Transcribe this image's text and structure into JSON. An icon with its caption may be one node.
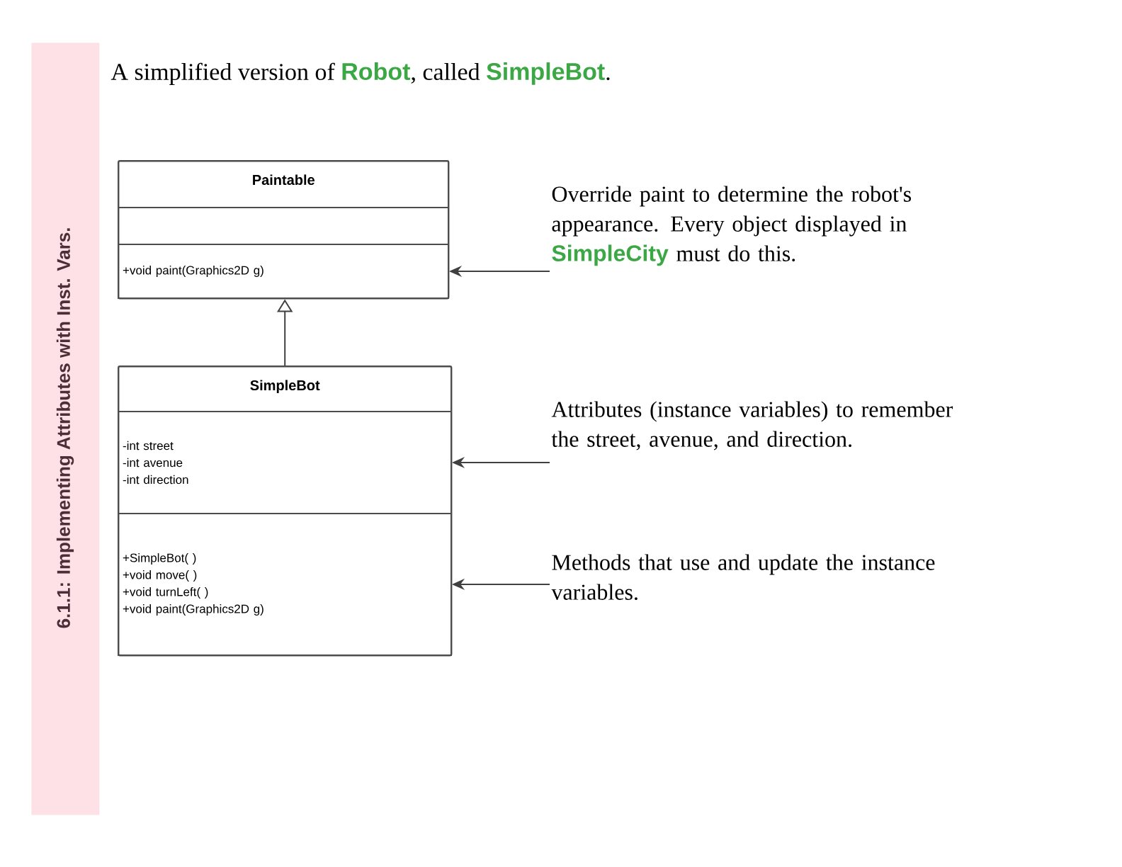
{
  "diagram": {
    "title": "6.1.1: Implementing Attributes with Inst. Vars.",
    "nodes": [
      {
        "text": [
          "Paintable"
        ]
      },
      {
        "text": [],
        "shape": "box",
        "in": 0
      },
      {
        "text": [
          "+void paint(Graphics2D g)"
        ],
        "in": 0
      },
      {
        "text": [
          "SimpleBot"
        ]
      },
      {
        "text": [
          "-int street",
          "-int avenue",
          "-int direction"
        ],
        "in": 3
      },
      {
        "text": [
          "+SimpleBot( )",
          "+void move( )",
          "+void turnLeft( )",
          "+void paint(Graphics2D g)"
        ],
        "in": 3
      },
      {
        "text": [
          "Override paint to determine the robot's appearance.  Every object displayed in **SimpleCity** must do this."
        ]
      },
      {
        "text": [
          "Attributes (instance variables) to remember the street, avenue, and direction."
        ]
      },
      {
        "text": [
          "Methods that use and update the instance variables."
        ]
      }
    ],
    "edges": [
      {
        "from": 3,
        "to": 0,
        "arrow": "to"
      },
      {
        "from": 6,
        "to": 2,
        "arrow": "to"
      },
      {
        "from": 7,
        "to": 4,
        "arrow": "to"
      },
      {
        "from": 8,
        "to": 5,
        "arrow": "to"
      }
    ],
    "labels": [
      "A simplified version of **Robot**, called **SimpleBot**."
    ]
  }
}
